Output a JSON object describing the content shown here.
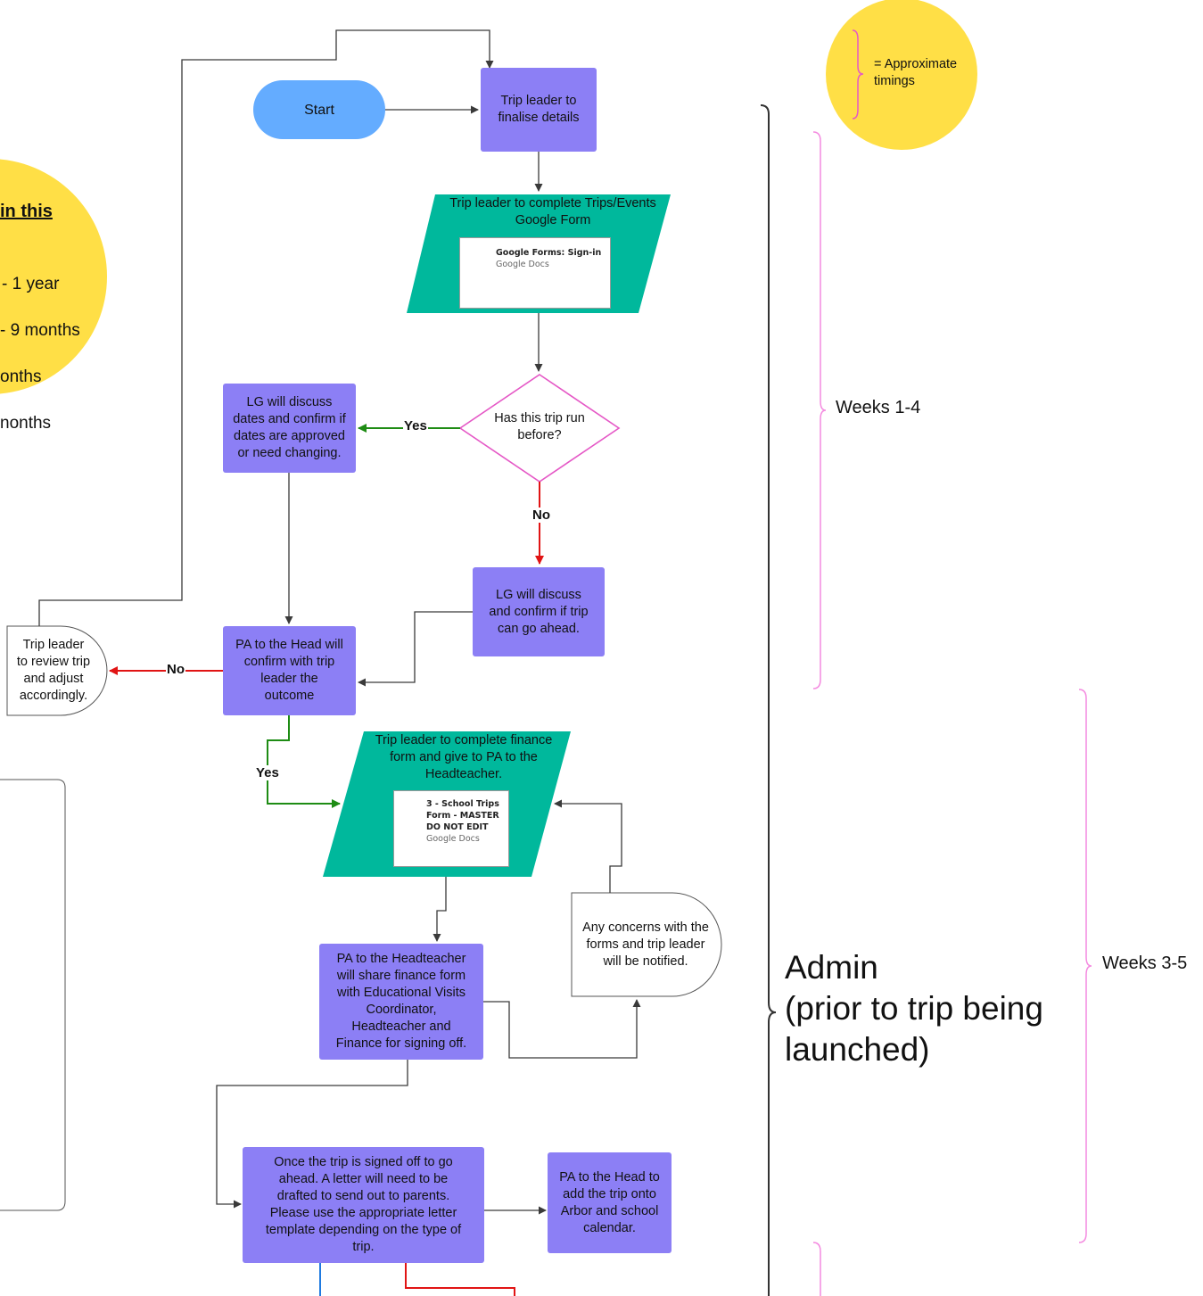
{
  "legend": {
    "text": "= Approximate\ntimings"
  },
  "left_circle": {
    "heading": "in this",
    "lines": [
      "- 1 year",
      "- 9 months",
      "onths",
      "nonths"
    ]
  },
  "nodes": {
    "start": "Start",
    "finalise": "Trip leader to\nfinalise details",
    "google_form": "Trip leader to complete Trips/Events\nGoogle Form",
    "decision": "Has this trip run\nbefore?",
    "lg_dates": "LG will discuss\ndates and confirm if\ndates are approved\nor need changing.",
    "lg_ahead": "LG will discuss\nand confirm if trip\ncan go ahead.",
    "pa_outcome": "PA to the Head will\nconfirm with trip\nleader the\noutcome",
    "review": "Trip leader\nto review trip\nand adjust\naccordingly.",
    "finance_form": "Trip leader to complete finance\nform and give to PA to the\nHeadteacher.",
    "concerns": "Any concerns with the\nforms and trip leader\nwill be notified.",
    "pa_share": "PA to the Headteacher\nwill share finance form\nwith Educational Visits\nCoordinator,\nHeadteacher and\nFinance for signing off.",
    "letter": "Once the trip is signed off to go\nahead. A letter will need to be\ndrafted to send out to parents.\nPlease use the appropriate letter\ntemplate depending on the type of\ntrip.",
    "arbor": "PA to the Head to\nadd the trip onto\nArbor and school\ncalendar."
  },
  "cards": {
    "google": {
      "title": "Google Forms: Sign-in",
      "subtitle": "Google Docs"
    },
    "docs": {
      "title": "3 - School Trips\nForm - MASTER\nDO NOT EDIT",
      "subtitle": "Google Docs"
    }
  },
  "edge_labels": {
    "yes1": "Yes",
    "no1": "No",
    "no2": "No",
    "yes2": "Yes"
  },
  "timings": {
    "weeks_1_4": "Weeks 1-4",
    "weeks_3_5": "Weeks 3-5"
  },
  "admin": "Admin\n(prior to trip being\nlaunched)",
  "colors": {
    "process": "#8c7ff5",
    "start": "#64acff",
    "data": "#00b89c",
    "circle": "#ffdf46",
    "decision_border": "#e558c6",
    "brace_pink": "#f48ae0",
    "arrow": "#3a3a3a",
    "yes_green": "#1e8c14",
    "no_red": "#e11414",
    "blue_line": "#1f7ae0"
  }
}
